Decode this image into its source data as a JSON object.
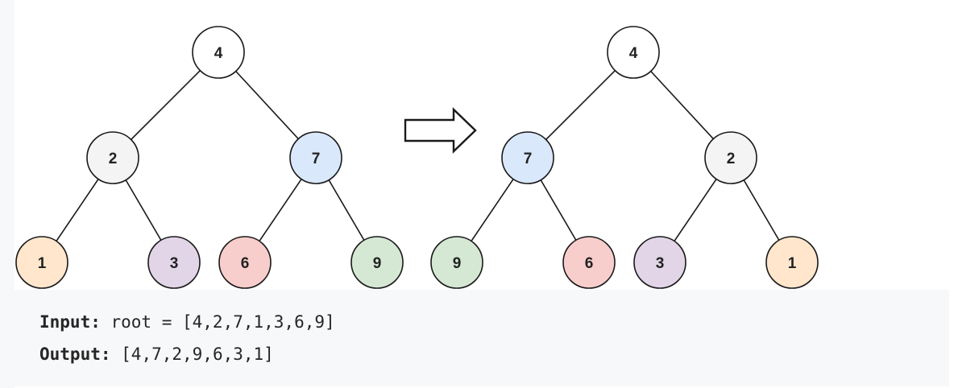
{
  "tree_before": {
    "nodes": [
      {
        "id": "n4",
        "label": "4",
        "fill": "#ffffff"
      },
      {
        "id": "n2",
        "label": "2",
        "fill": "#f4f4f4"
      },
      {
        "id": "n7",
        "label": "7",
        "fill": "#dae8fc"
      },
      {
        "id": "n1",
        "label": "1",
        "fill": "#ffe6cc"
      },
      {
        "id": "n3",
        "label": "3",
        "fill": "#e1d5e7"
      },
      {
        "id": "n6",
        "label": "6",
        "fill": "#f8cecc"
      },
      {
        "id": "n9",
        "label": "9",
        "fill": "#d5e8d4"
      }
    ]
  },
  "tree_after": {
    "nodes": [
      {
        "id": "m4",
        "label": "4",
        "fill": "#ffffff"
      },
      {
        "id": "m7",
        "label": "7",
        "fill": "#dae8fc"
      },
      {
        "id": "m2",
        "label": "2",
        "fill": "#f4f4f4"
      },
      {
        "id": "m9",
        "label": "9",
        "fill": "#d5e8d4"
      },
      {
        "id": "m6",
        "label": "6",
        "fill": "#f8cecc"
      },
      {
        "id": "m3",
        "label": "3",
        "fill": "#e1d5e7"
      },
      {
        "id": "m1",
        "label": "1",
        "fill": "#ffe6cc"
      }
    ]
  },
  "example": {
    "input_label": "Input:",
    "input_value": " root = [4,2,7,1,3,6,9]",
    "output_label": "Output:",
    "output_value": " [4,7,2,9,6,3,1]"
  },
  "colors": {
    "stroke": "#1a1a1a",
    "code_background": "#f7f8fa"
  }
}
